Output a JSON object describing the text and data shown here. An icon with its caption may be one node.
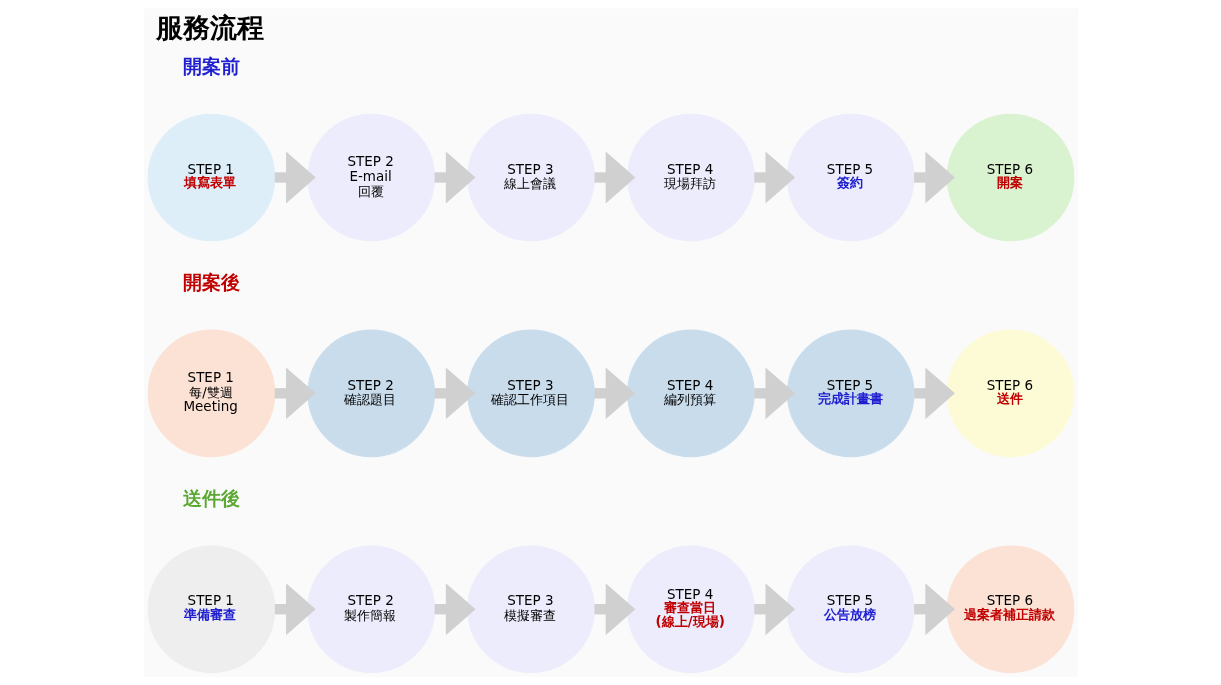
{
  "diagram": {
    "title": "服務流程",
    "nodes": [
      {
        "text": [
          "STEP 1",
          "填寫表單"
        ]
      },
      {
        "text": [
          "STEP 2",
          "E-mail 回覆"
        ]
      },
      {
        "text": [
          "STEP 3",
          "線上會議"
        ]
      },
      {
        "text": [
          "STEP 4",
          "現場拜訪"
        ]
      },
      {
        "text": [
          "STEP 5",
          "簽約"
        ]
      },
      {
        "text": [
          "STEP 6",
          "開案"
        ]
      },
      {
        "text": [
          "STEP 1",
          "每/雙週 Meeting"
        ]
      },
      {
        "text": [
          "STEP 2",
          "確認題目"
        ]
      },
      {
        "text": [
          "STEP 3",
          "確認工作項目"
        ]
      },
      {
        "text": [
          "STEP 4",
          "編列預算"
        ]
      },
      {
        "text": [
          "STEP 5",
          "完成計畫書"
        ]
      },
      {
        "text": [
          "STEP 6",
          "送件"
        ]
      },
      {
        "text": [
          "STEP 1",
          "準備審查"
        ]
      },
      {
        "text": [
          "STEP 2",
          "製作簡報"
        ]
      },
      {
        "text": [
          "STEP 3",
          "模擬審查"
        ]
      },
      {
        "text": [
          "STEP 4",
          "審查當日(線上/現場)"
        ]
      },
      {
        "text": [
          "STEP 5",
          "公告放榜"
        ]
      },
      {
        "text": [
          "STEP 6",
          "過案者補正請款"
        ]
      }
    ],
    "edges": [
      {
        "from": 0,
        "to": 1,
        "arrow": "to"
      },
      {
        "from": 1,
        "to": 2,
        "arrow": "to"
      },
      {
        "from": 2,
        "to": 3,
        "arrow": "to"
      },
      {
        "from": 3,
        "to": 4,
        "arrow": "to"
      },
      {
        "from": 4,
        "to": 5,
        "arrow": "to"
      },
      {
        "from": 6,
        "to": 7,
        "arrow": "to"
      },
      {
        "from": 7,
        "to": 8,
        "arrow": "to"
      },
      {
        "from": 8,
        "to": 9,
        "arrow": "to"
      },
      {
        "from": 9,
        "to": 10,
        "arrow": "to"
      },
      {
        "from": 10,
        "to": 11,
        "arrow": "to"
      },
      {
        "from": 12,
        "to": 13,
        "arrow": "to"
      },
      {
        "from": 13,
        "to": 14,
        "arrow": "to"
      },
      {
        "from": 14,
        "to": 15,
        "arrow": "to"
      },
      {
        "from": 15,
        "to": 16,
        "arrow": "to"
      },
      {
        "from": 16,
        "to": 17,
        "arrow": "to"
      }
    ],
    "labels": [
      "開案前",
      "開案後",
      "送件後"
    ]
  }
}
